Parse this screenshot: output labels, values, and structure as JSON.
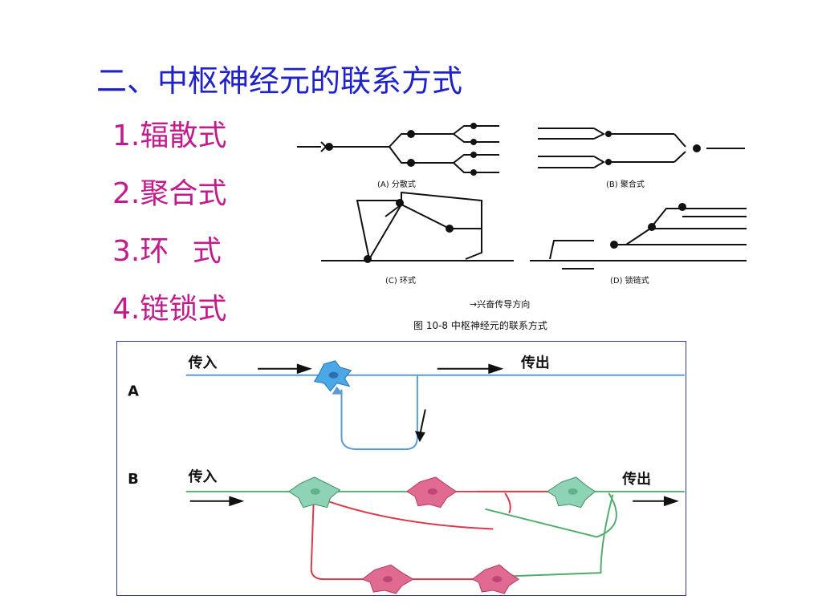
{
  "title": "二、中枢神经元的联系方式",
  "list": [
    "1.辐散式",
    "2.聚合式",
    "3.环 式",
    "4.链锁式"
  ],
  "top_figure": {
    "caption_a": "(A) 分散式",
    "caption_b": "(B) 聚合式",
    "caption_c": "(C) 环式",
    "caption_d": "(D) 锁链式",
    "legend": "→兴奋传导方向",
    "figure_title": "图 10-8   中枢神经元的联系方式"
  },
  "bottom_figure": {
    "panel_a_label": "A",
    "panel_b_label": "B",
    "a_input": "传入",
    "a_output": "传出",
    "b_input": "传入",
    "b_output": "传出",
    "colors": {
      "blue_line": "#5b9bd5",
      "blue_cell": "#4aa8e6",
      "green_line": "#4fae6e",
      "green_cell": "#8fd3b7",
      "red_line": "#d93a4a",
      "red_cell": "#e06a90"
    }
  }
}
